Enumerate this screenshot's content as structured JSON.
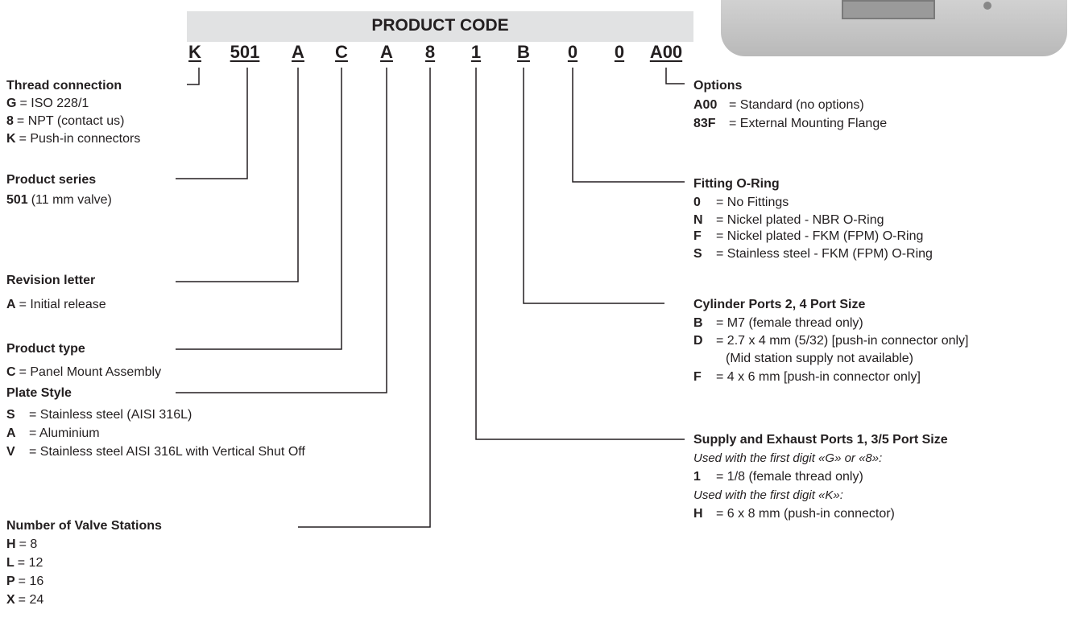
{
  "header": {
    "title": "PRODUCT CODE"
  },
  "code": [
    "K",
    "501",
    "A",
    "C",
    "A",
    "8",
    "1",
    "B",
    "0",
    "0",
    "A00"
  ],
  "left": {
    "thread": {
      "heading": "Thread connection",
      "rows": [
        {
          "k": "G",
          "v": "= ISO 228/1"
        },
        {
          "k": "8",
          "v": "= NPT (contact us)"
        },
        {
          "k": "K",
          "v": "= Push-in connectors"
        }
      ]
    },
    "series": {
      "heading": "Product series",
      "rows": [
        {
          "k": "501",
          "v": "(11 mm valve)"
        }
      ]
    },
    "revision": {
      "heading": "Revision letter",
      "rows": [
        {
          "k": "A",
          "v": "= Initial release"
        }
      ]
    },
    "type": {
      "heading": "Product type",
      "rows": [
        {
          "k": "C",
          "v": "= Panel Mount Assembly"
        }
      ]
    },
    "plate": {
      "heading": "Plate Style",
      "rows": [
        {
          "k": "S",
          "v": "= Stainless steel (AISI 316L)"
        },
        {
          "k": "A",
          "v": "= Aluminium"
        },
        {
          "k": "V",
          "v": "= Stainless steel AISI 316L with Vertical Shut Off"
        }
      ]
    },
    "stations": {
      "heading": "Number of Valve Stations",
      "rows": [
        {
          "k": "H",
          "v": "= 8"
        },
        {
          "k": "L",
          "v": "= 12"
        },
        {
          "k": "P",
          "v": "= 16"
        },
        {
          "k": "X",
          "v": "= 24"
        }
      ]
    }
  },
  "right": {
    "options": {
      "heading": "Options",
      "rows": [
        {
          "k": "A00",
          "v": "= Standard (no options)"
        },
        {
          "k": "83F",
          "v": "= External Mounting Flange"
        }
      ]
    },
    "oring": {
      "heading": "Fitting O-Ring",
      "rows": [
        {
          "k": "0",
          "v": "= No Fittings"
        },
        {
          "k": "N",
          "v": "= Nickel plated - NBR O-Ring"
        },
        {
          "k": "F",
          "v": "= Nickel plated - FKM (FPM) O-Ring"
        },
        {
          "k": "S",
          "v": "= Stainless steel - FKM (FPM) O-Ring"
        }
      ]
    },
    "cylinder": {
      "heading": "Cylinder Ports 2, 4 Port Size",
      "rows": [
        {
          "k": "B",
          "v": "= M7 (female thread only)"
        },
        {
          "k": "D",
          "v": "= 2.7 x 4 mm (5/32) [push-in connector only]"
        },
        {
          "k": "",
          "v": "(Mid station supply not available)"
        },
        {
          "k": "F",
          "v": "= 4 x 6 mm [push-in connector only]"
        }
      ]
    },
    "supply": {
      "heading": "Supply and Exhaust Ports 1, 3/5 Port Size",
      "note1": "Used with the first digit «G» or «8»:",
      "row1": {
        "k": "1",
        "v": "= 1/8 (female thread only)"
      },
      "note2": "Used with the first digit «K»:",
      "row2": {
        "k": "H",
        "v": "= 6 x 8 mm (push-in connector)"
      }
    }
  }
}
